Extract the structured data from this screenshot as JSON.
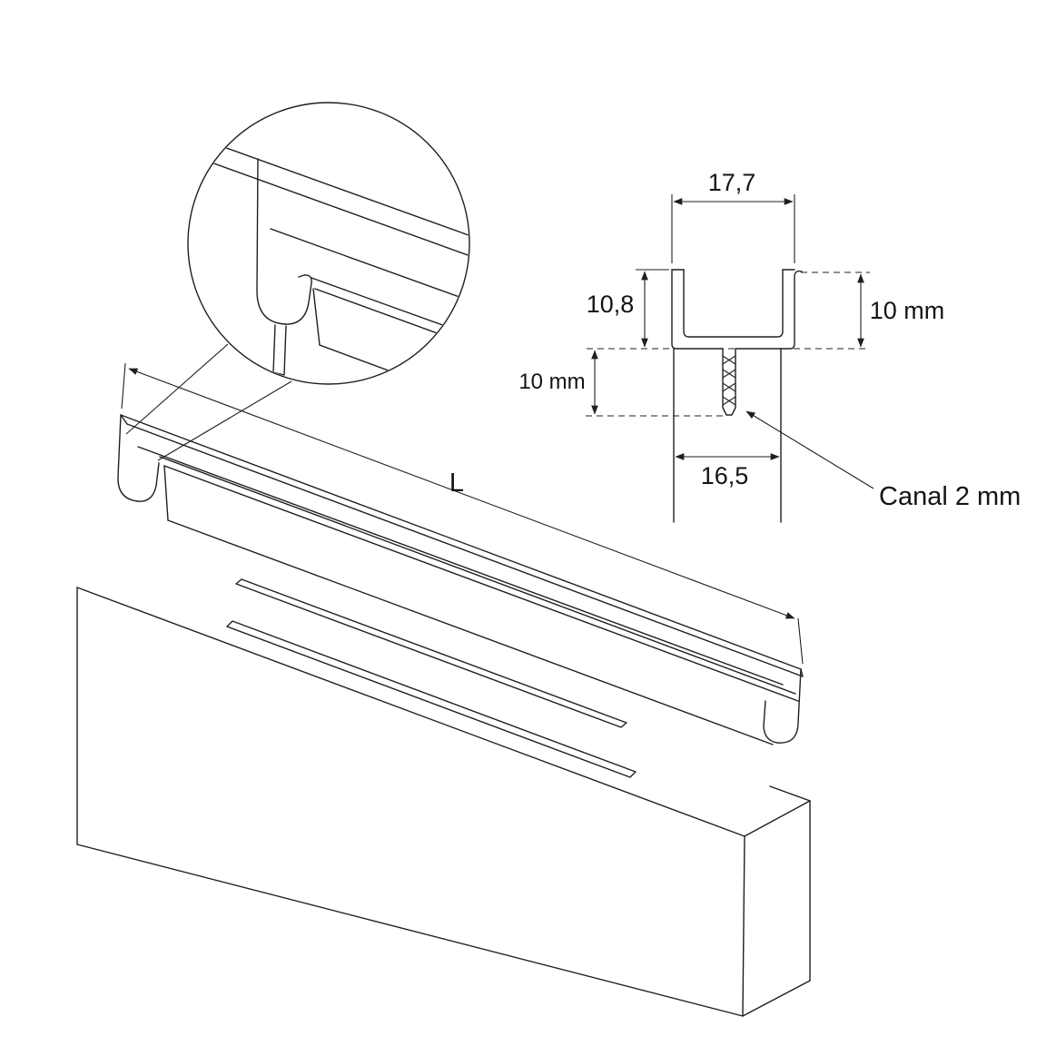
{
  "labels": {
    "length": "L",
    "dim_top_width": "17,7",
    "dim_channel_depth": "10,8",
    "dim_profile_height": "10 mm",
    "dim_tongue_depth": "10 mm",
    "dim_panel_width": "16,5",
    "channel_note": "Canal 2 mm"
  },
  "colors": {
    "line": "#1f1f1f",
    "background": "#ffffff"
  }
}
